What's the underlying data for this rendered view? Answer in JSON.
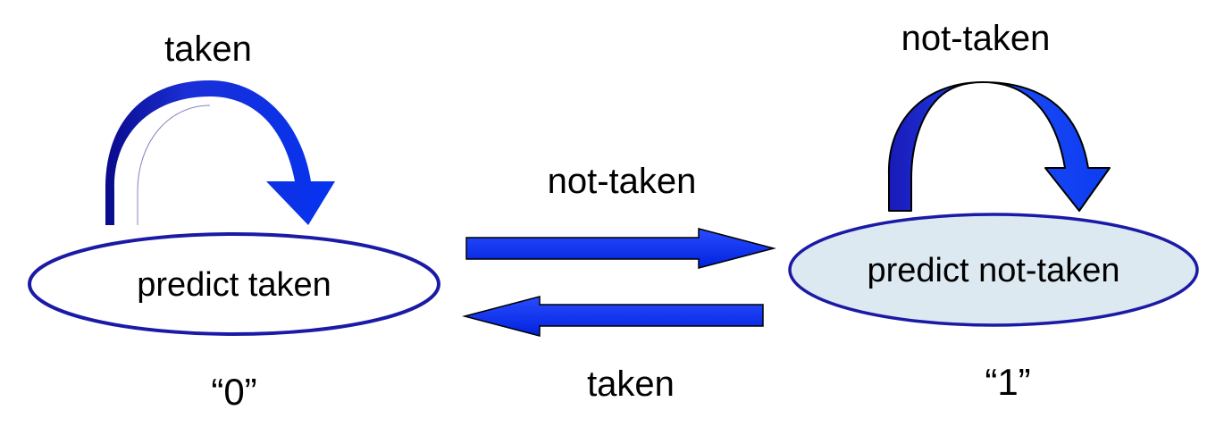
{
  "diagram": {
    "states": [
      {
        "label": "predict taken",
        "code": "“0”",
        "self_loop_label": "taken"
      },
      {
        "label": "predict not-taken",
        "code": "“1”",
        "self_loop_label": "not-taken"
      }
    ],
    "transitions": [
      {
        "from": "predict taken",
        "to": "predict not-taken",
        "label": "not-taken"
      },
      {
        "from": "predict not-taken",
        "to": "predict taken",
        "label": "taken"
      }
    ]
  },
  "colors": {
    "arrow_fill": "#0033ee",
    "arrow_dark": "#1010a0",
    "state0_fill": "#ffffff",
    "state1_fill": "#dde9f0",
    "state_stroke": "#1a1aa6",
    "outline": "#000000"
  }
}
